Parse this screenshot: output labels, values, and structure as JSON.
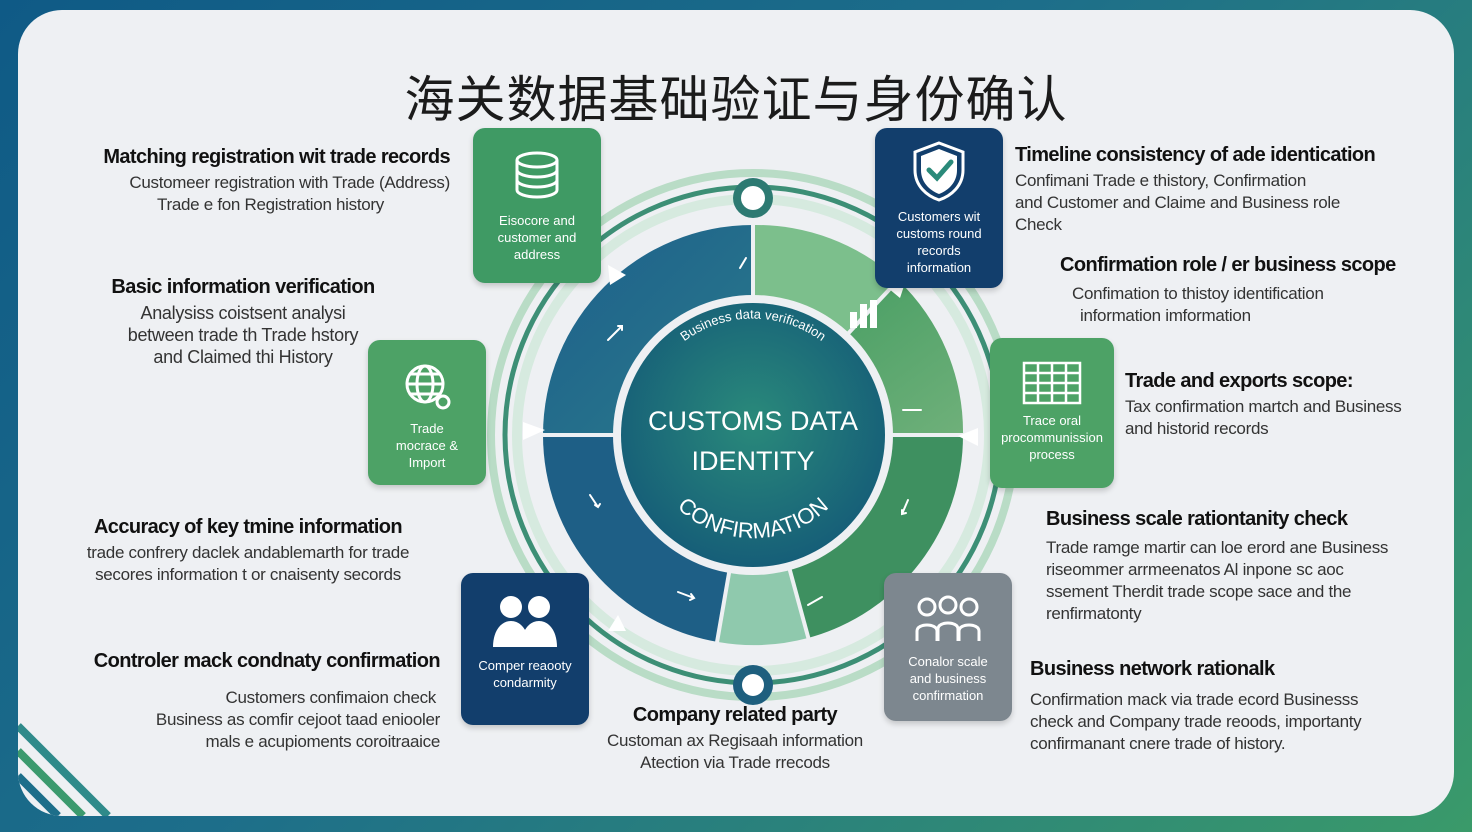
{
  "title": "海关数据基础验证与身份确认",
  "center": {
    "arc_text": "Business data verification",
    "line1": "CUSTOMS DATA",
    "line2": "IDENTITY",
    "line3": "CONFIRMATION"
  },
  "tiles": {
    "top_left": "Eisocore and\ncustomer and\naddress",
    "left": "Trade\nmocrace &\nImport",
    "bottom_left": "Comper reaooty\ncondarmity",
    "top_right": "Customers wit\ncustoms round\nrecords\ninformation",
    "right": "Trace oral\nprocommunission\nprocess",
    "bottom_right": "Conalor scale\nand business\nconfirmation"
  },
  "left_blocks": [
    {
      "heading": "Matching registration wit trade records",
      "lines": [
        "Customeer registration with Trade (Address)",
        "Trade e fon Registration history"
      ]
    },
    {
      "heading": "Basic information verification",
      "lines": [
        "Analysiss coistsent analysi",
        "between trade th Trade hstory",
        "and Claimed thi History"
      ]
    },
    {
      "heading": "Accuracy of key tmine information",
      "lines": [
        "trade confrery daclek andablemarth for trade",
        "secores information t or cnaisenty secords"
      ]
    },
    {
      "heading": "Controler mack condnaty confirmation",
      "lines": [
        "Customers confimaion check",
        "Business as comfir cejoot taad eniooler",
        "mals e acupioments coroitraaice"
      ]
    }
  ],
  "right_blocks": [
    {
      "heading": "Timeline consistency of ade identication",
      "lines": [
        "Confimani Trade e thistory, Confirmation",
        "and Customer and Claime and Business role",
        "Check"
      ]
    },
    {
      "heading": "Confirmation role / er business scope",
      "lines": [
        "Confimation to thistoy identification",
        "information imformation"
      ]
    },
    {
      "heading": "Trade and exports scope:",
      "lines": [
        "Tax confirmation martch and Business",
        "and historid records"
      ]
    },
    {
      "heading": "Business scale rationtanity check",
      "lines": [
        "Trade ramge martir can loe erord ane Business",
        "riseommer arrmeenatos Al inpone sc aoc",
        "ssement Therdit trade scope sace and the",
        "renfirmatonty"
      ]
    },
    {
      "heading": "Business network rationalk",
      "lines": [
        "Confirmation mack via trade ecord Businesss",
        "check and Company trade reoods, importanty",
        "confirmanant cnere trade of history."
      ]
    }
  ],
  "bottom_block": {
    "heading": "Company related party",
    "lines": [
      "Customan ax Regisaah information",
      "Atection via Trade rrecods"
    ]
  },
  "colors": {
    "navy": "#123e6c",
    "green": "#3f9a64",
    "teal": "#1d6e8a",
    "gray": "#7d878f"
  }
}
